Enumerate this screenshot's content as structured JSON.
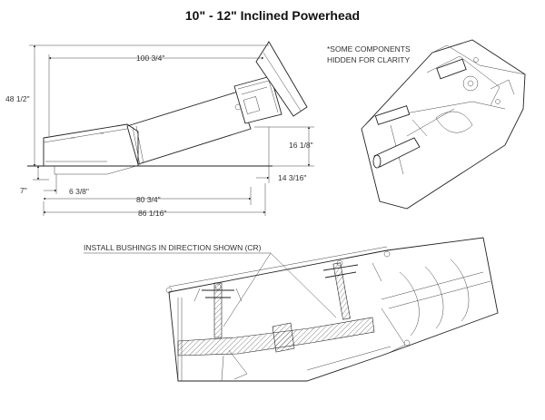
{
  "title": "10\" - 12\" Inclined Powerhead",
  "dimensions": {
    "overall_length": "100 3/4\"",
    "height": "48 1/2\"",
    "right_height": "16 1/8\"",
    "right_offset": "14 3/16\"",
    "left_height": "7\"",
    "left_offset": "6 3/8\"",
    "base_length_1": "80 3/4\"",
    "base_length_2": "86 1/16\""
  },
  "notes": {
    "hidden_line1": "*SOME COMPONENTS",
    "hidden_line2": "HIDDEN FOR CLARITY",
    "bushings": "INSTALL BUSHINGS IN DIRECTION SHOWN (CR)"
  }
}
